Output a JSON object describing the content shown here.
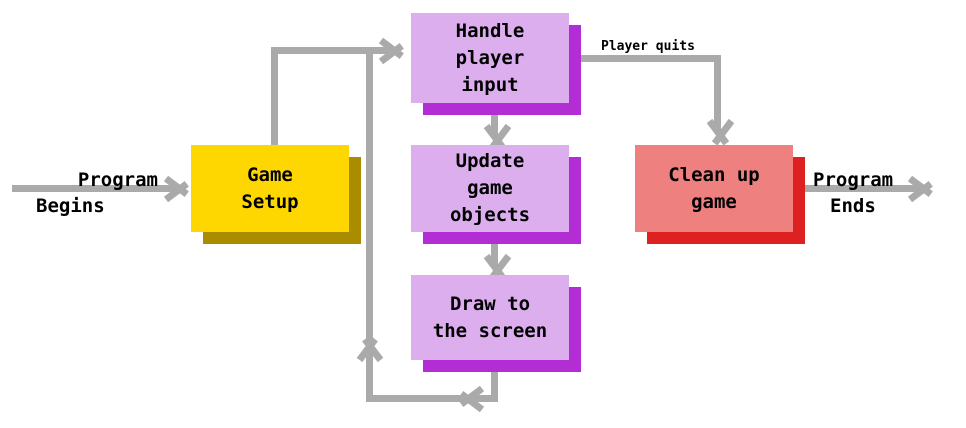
{
  "diagram": {
    "title": "Game loop flowchart",
    "type": "flowchart"
  },
  "colors": {
    "connector": "#aaaaaa",
    "yellow_fill": "#ffd700",
    "yellow_shadow": "#aa8c00",
    "purple_fill": "#ddaeee",
    "purple_shadow": "#b32dd4",
    "red_fill": "#ee8080",
    "red_shadow": "#dd2020",
    "text": "#000000",
    "background": "#ffffff"
  },
  "nodes": {
    "game_setup": {
      "label": "Game\nSetup"
    },
    "handle_input": {
      "label": "Handle\nplayer\ninput"
    },
    "update_objects": {
      "label": "Update\ngame\nobjects"
    },
    "draw_screen": {
      "label": "Draw to\nthe screen"
    },
    "cleanup": {
      "label": "Clean up\ngame"
    }
  },
  "labels": {
    "program_begins_line1": "Program",
    "program_begins_line2": "Begins",
    "program_ends_line1": "Program",
    "program_ends_line2": "Ends",
    "player_quits": "Player quits"
  },
  "edges": [
    {
      "name": "start-to-setup",
      "from": "Program Begins",
      "to": "Game Setup"
    },
    {
      "name": "setup-to-input",
      "from": "Game Setup",
      "to": "Handle player input"
    },
    {
      "name": "input-to-update",
      "from": "Handle player input",
      "to": "Update game objects"
    },
    {
      "name": "update-to-draw",
      "from": "Update game objects",
      "to": "Draw to the screen"
    },
    {
      "name": "draw-loop-back",
      "from": "Draw to the screen",
      "to": "Handle player input"
    },
    {
      "name": "input-to-cleanup",
      "from": "Handle player input",
      "to": "Clean up game",
      "label": "Player quits"
    },
    {
      "name": "cleanup-to-end",
      "from": "Clean up game",
      "to": "Program Ends"
    }
  ]
}
